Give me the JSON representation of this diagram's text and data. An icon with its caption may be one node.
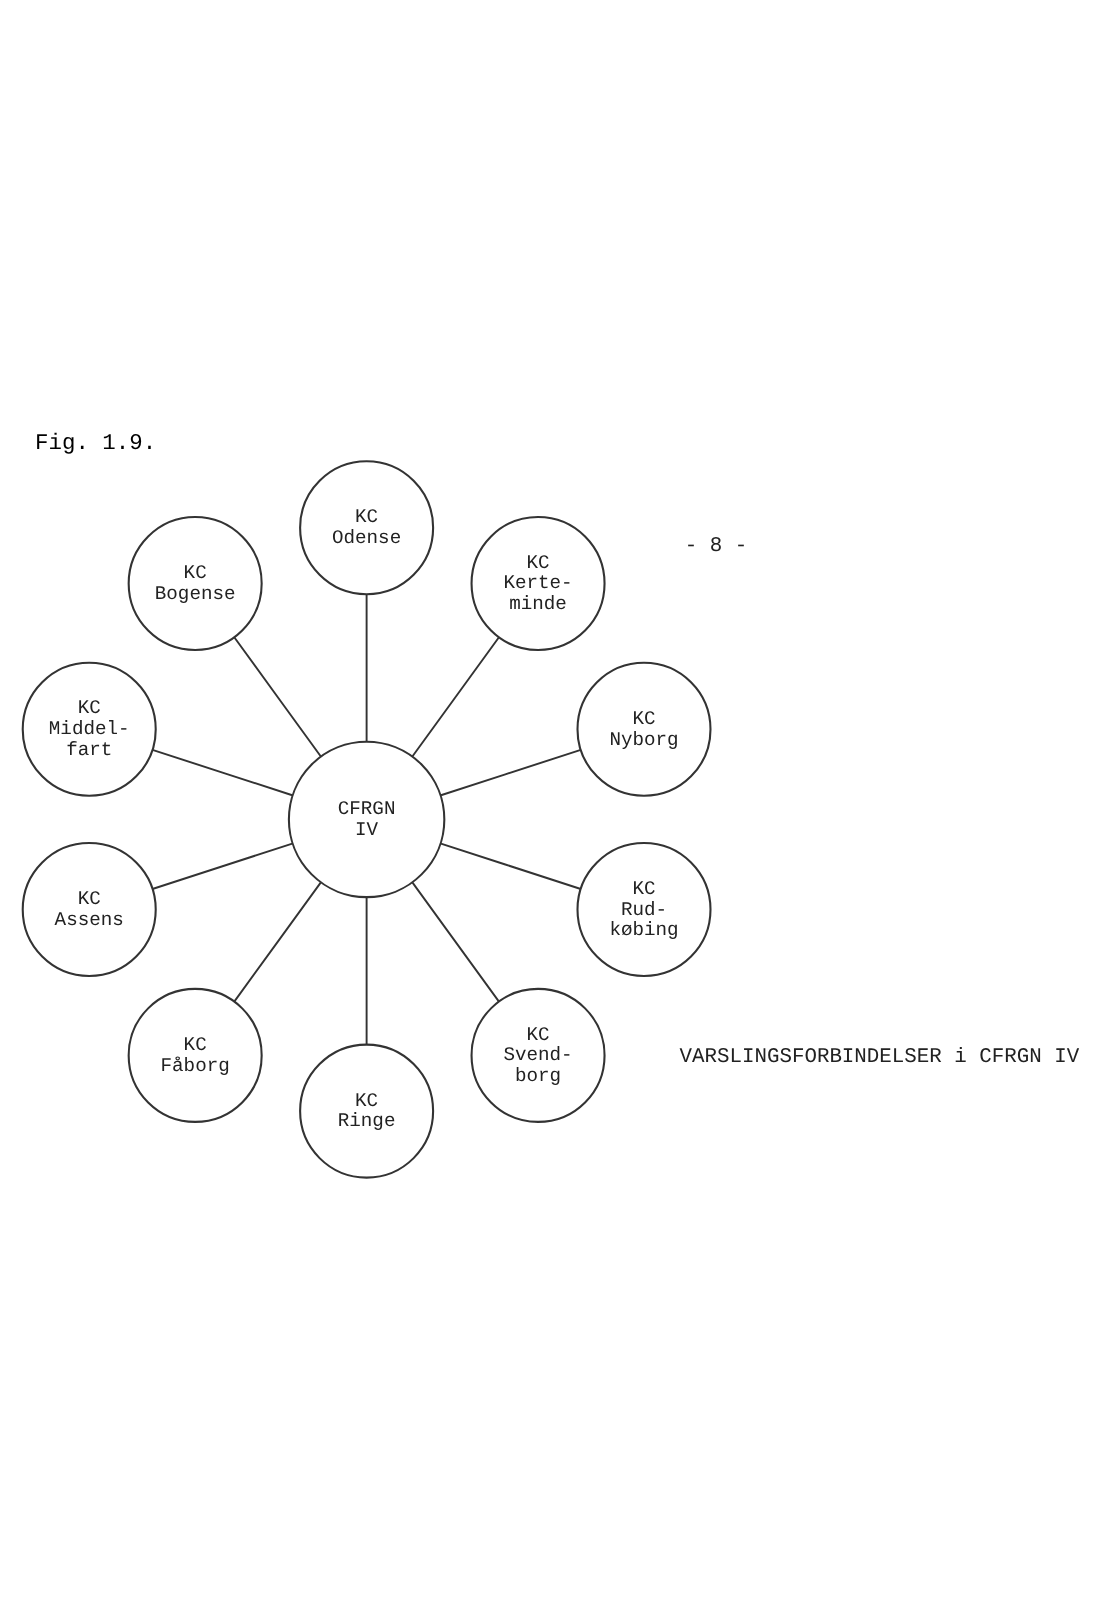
{
  "diagram": {
    "title": "Fig. 1.9.",
    "caption": "VARSLINGSFORBINDELSER i CFRGN IV",
    "nodes": [
      {
        "text": [
          "KC Bogense"
        ]
      },
      {
        "text": [
          "KC Kerte- minde"
        ]
      },
      {
        "text": [
          "KC Odense"
        ]
      },
      {
        "text": [
          "KC Middel- fart"
        ]
      },
      {
        "text": [
          "CFRGN IV"
        ]
      },
      {
        "text": [
          "KC Nyborg"
        ]
      },
      {
        "text": [
          "KC Assens"
        ]
      },
      {
        "text": [
          "KC Ringe"
        ]
      },
      {
        "text": [
          "KC Svend- borg"
        ]
      },
      {
        "text": [
          "KC Fåborg"
        ]
      },
      {
        "text": [
          "KC Rud- købing"
        ]
      }
    ],
    "edges": [
      {
        "from": 4,
        "to": 0,
        "arrow": "none"
      },
      {
        "from": 4,
        "to": 2,
        "arrow": "none"
      },
      {
        "from": 4,
        "to": 1,
        "arrow": "none"
      },
      {
        "from": 4,
        "to": 5,
        "arrow": "none"
      },
      {
        "from": 4,
        "to": 10,
        "arrow": "none"
      },
      {
        "from": 4,
        "to": 8,
        "arrow": "none"
      },
      {
        "from": 4,
        "to": 7,
        "arrow": "none"
      },
      {
        "from": 4,
        "to": 9,
        "arrow": "none"
      },
      {
        "from": 4,
        "to": 6,
        "arrow": "none"
      },
      {
        "from": 4,
        "to": 3,
        "arrow": "none"
      }
    ],
    "labels": [
      "- 8 -"
    ]
  }
}
